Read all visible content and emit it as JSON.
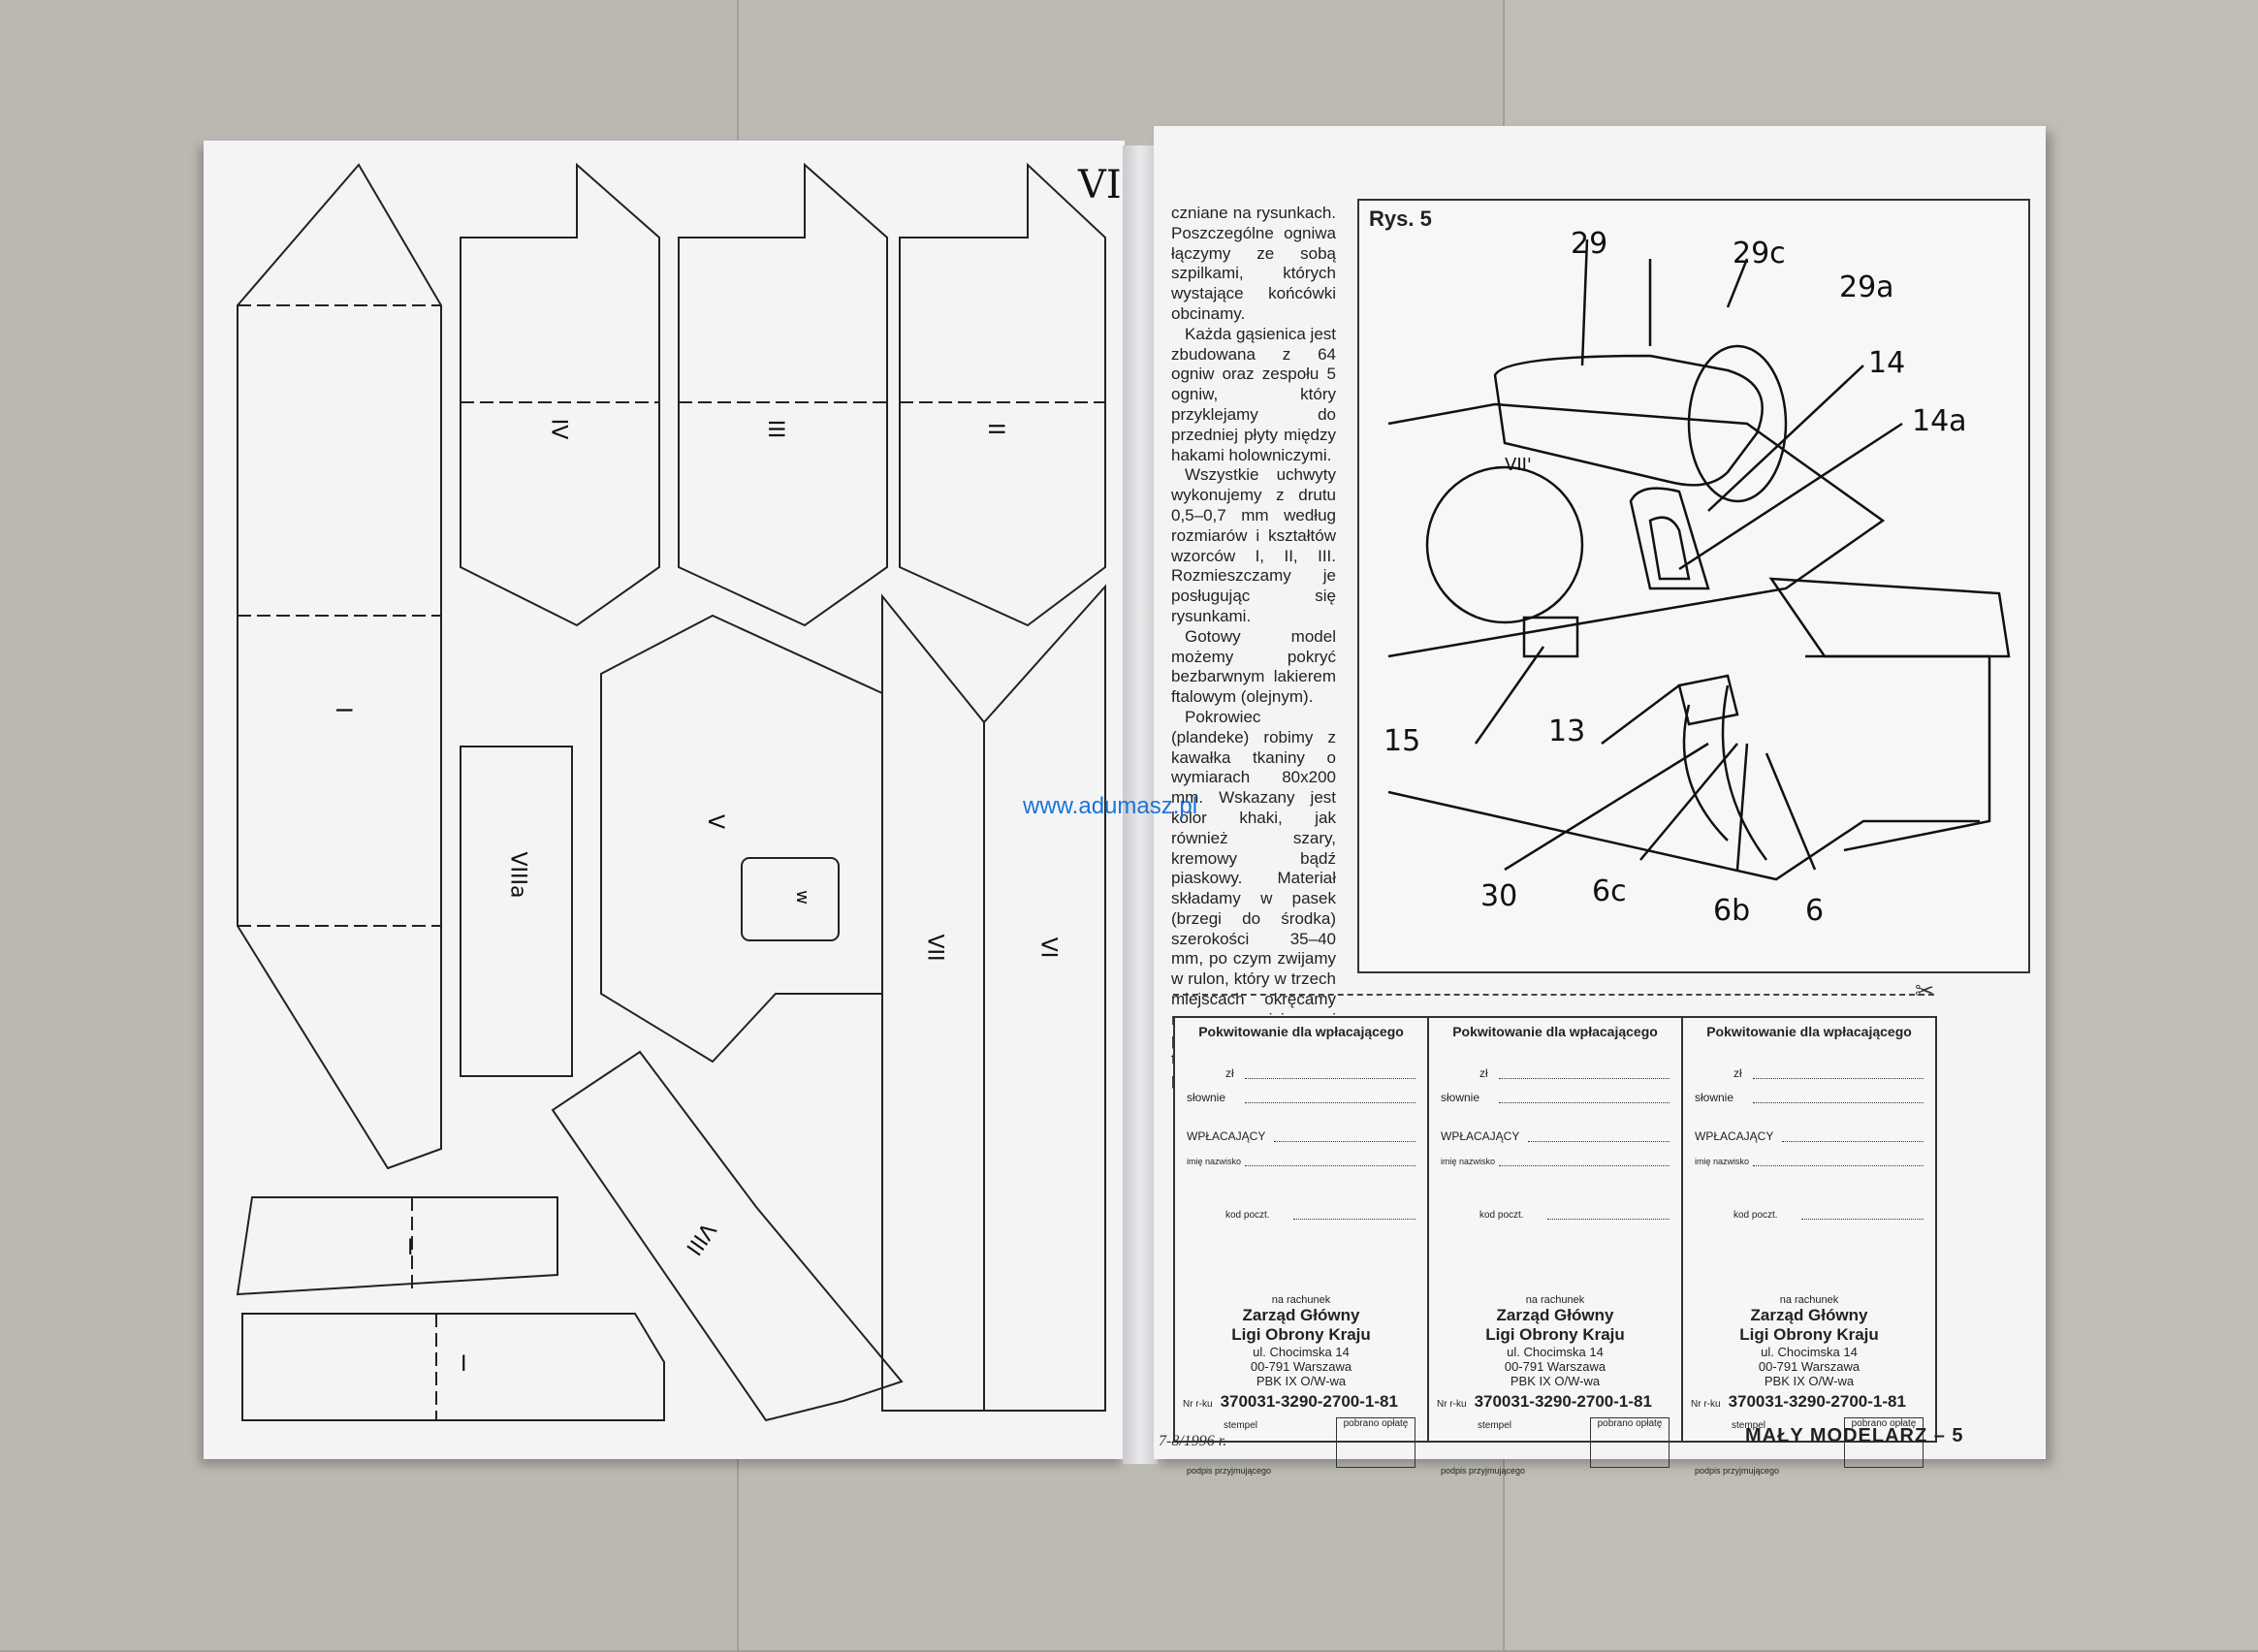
{
  "left_page": {
    "page_number": "VIII",
    "part_labels": [
      "IV",
      "III",
      "II",
      "I",
      "VIIIa",
      "V",
      "w",
      "VII",
      "VI",
      "VIII",
      "I",
      "I"
    ]
  },
  "right_page": {
    "text_paragraphs": [
      "czniane na rysunkach. Poszczególne ogniwa łączymy ze sobą szpilkami, których wystające końcówki obcinamy.",
      "Każda gąsienica jest zbudowana z 64 ogniw oraz zespołu 5 ogniw, który przyklejamy do przedniej płyty między hakami holowniczymi.",
      "Wszystkie uchwyty wykonujemy z drutu 0,5–0,7 mm według rozmiarów i kształtów wzorców I, II, III. Rozmieszczamy je posługując się rysunkami.",
      "Gotowy model możemy pokryć bezbarwnym lakierem ftalowym (olejnym).",
      "Pokrowiec (plandeke) robimy z kawałka tkaniny o wymiarach 80x200 mm. Wskazany jest kolor khaki, jak również szary, kremowy bądź piaskowy. Materiał składamy w pasek (brzegi do środka) szerokości 35–40 mm, po czym zwijamy w rulon, który w trzech miejscach okręcamy mocną nicią i przytwierdzamy do tylnej ściany wieży ponad uchwytem. ❑"
    ],
    "figure": {
      "title": "Rys. 5",
      "labels": [
        "29",
        "29c",
        "29a",
        "14",
        "14a",
        "VII'",
        "15",
        "13",
        "30",
        "6c",
        "6b",
        "6"
      ]
    },
    "slip": {
      "title": "Pokwitowanie dla wpłacającego",
      "zl": "zł",
      "slownie": "słownie",
      "wplacajacy": "WPŁACAJĄCY",
      "imie": "imię nazwisko",
      "kod": "kod poczt.",
      "na_rachunek": "na rachunek",
      "recipient_1": "Zarząd Główny",
      "recipient_2": "Ligi Obrony Kraju",
      "address_1": "ul. Chocimska 14",
      "address_2": "00-791 Warszawa",
      "address_3": "PBK IX O/W-wa",
      "account_prefix": "Nr r-ku",
      "account": "370031-3290-2700-1-81",
      "stempel": "stempel",
      "pobrano": "pobrano opłatę",
      "podpis": "podpis przyjmującego"
    },
    "footer_date": "7-8/1996 r.",
    "footer_title": "MAŁY MODELARZ – 5"
  },
  "watermark": "www.adumasz.pl"
}
